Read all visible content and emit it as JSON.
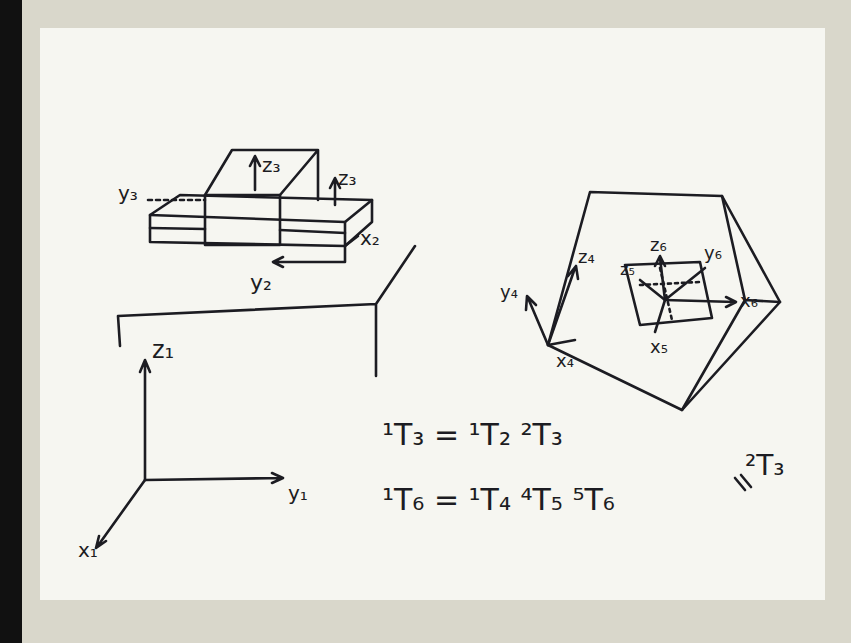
{
  "diagram": {
    "labels": [
      "y₃",
      "z₃",
      "z₃",
      "x₂",
      "y₂",
      "z₁",
      "y₁",
      "x₁",
      "z₄",
      "y₄",
      "x₄",
      "z₆",
      "y₆",
      "z₅",
      "x₆",
      "x₅",
      "¹T₃ = ¹T₂ ²T₃",
      "¹T₆ = ¹T₄ ⁴T₅ ⁵T₆",
      "²T₃"
    ]
  }
}
